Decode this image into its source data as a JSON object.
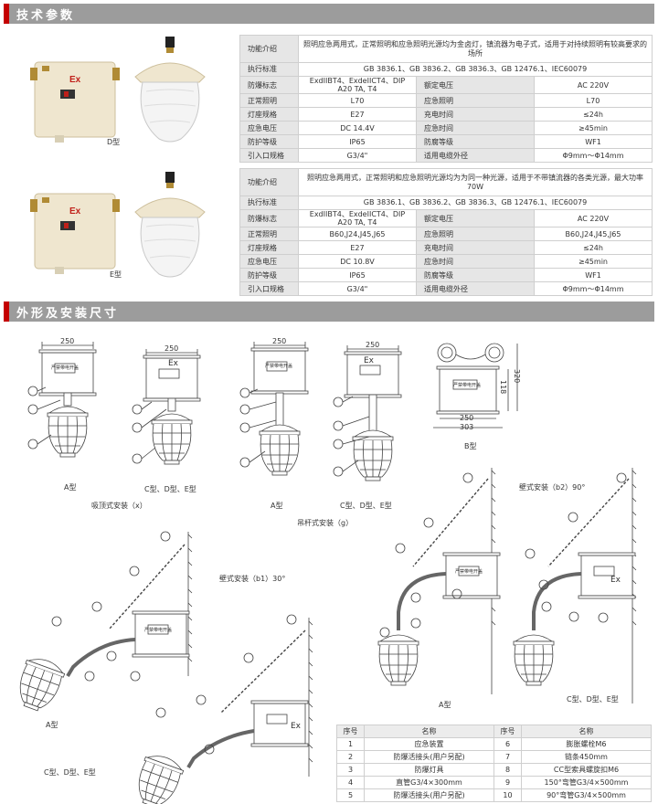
{
  "sections": {
    "tech": "技术参数",
    "dims": "外形及安装尺寸"
  },
  "captions": {
    "d_type": "D型",
    "e_type": "E型",
    "a_type_1": "A型",
    "cde_type_1": "C型、D型、E型",
    "a_type_2": "A型",
    "cde_type_2": "C型、D型、E型",
    "b_type": "B型",
    "ceiling": "吸顶式安装（x）",
    "pendant": "吊杆式安装（g）",
    "wall_b2": "壁式安装（b2）90°",
    "wall_b1": "壁式安装（b1）30°",
    "a_type_3": "A型",
    "cde_type_3": "C型、D型、E型",
    "a_type_4": "A型",
    "cde_type_4": "C型、D型、E型",
    "ex_mark": "Ex",
    "box_text": "严禁带电开盖"
  },
  "dims_labels": {
    "w250": "250",
    "w303": "303",
    "h118": "118",
    "h320": "320"
  },
  "table_d": {
    "intro_label": "功能介绍",
    "intro": "照明应急两用式，正常照明和应急照明光源均为金卤灯，镇流器为电子式，适用于对持续照明有较高要求的场所",
    "standard_label": "执行标准",
    "standard": "GB 3836.1、GB 3836.2、GB 3836.3、GB 12476.1、IEC60079",
    "rows": [
      {
        "l1": "防爆标志",
        "v1": "ExdIIBT4、ExdeIICT4、DIP A20 TA, T4",
        "l2": "额定电压",
        "v2": "AC 220V"
      },
      {
        "l1": "正常照明",
        "v1": "L70",
        "l2": "应急照明",
        "v2": "L70"
      },
      {
        "l1": "灯座规格",
        "v1": "E27",
        "l2": "充电时间",
        "v2": "≤24h"
      },
      {
        "l1": "应急电压",
        "v1": "DC 14.4V",
        "l2": "应急时间",
        "v2": "≥45min"
      },
      {
        "l1": "防护等级",
        "v1": "IP65",
        "l2": "防腐等级",
        "v2": "WF1"
      },
      {
        "l1": "引入口规格",
        "v1": "G3/4\"",
        "l2": "适用电缆外径",
        "v2": "Φ9mm～Φ14mm"
      }
    ]
  },
  "table_e": {
    "intro_label": "功能介绍",
    "intro": "照明应急两用式，正常照明和应急照明光源均为为同一种光源，适用于不带镇流器的各类光源，最大功率70W",
    "standard_label": "执行标准",
    "standard": "GB 3836.1、GB 3836.2、GB 3836.3、GB 12476.1、IEC60079",
    "rows": [
      {
        "l1": "防爆标志",
        "v1": "ExdIIBT4、ExdeIICT4、DIP A20 TA, T4",
        "l2": "额定电压",
        "v2": "AC 220V"
      },
      {
        "l1": "正常照明",
        "v1": "B60,J24,J45,J65",
        "l2": "应急照明",
        "v2": "B60,J24,J45,J65"
      },
      {
        "l1": "灯座规格",
        "v1": "E27",
        "l2": "充电时间",
        "v2": "≤24h"
      },
      {
        "l1": "应急电压",
        "v1": "DC 10.8V",
        "l2": "应急时间",
        "v2": "≥45min"
      },
      {
        "l1": "防护等级",
        "v1": "IP65",
        "l2": "防腐等级",
        "v2": "WF1"
      },
      {
        "l1": "引入口规格",
        "v1": "G3/4\"",
        "l2": "适用电缆外径",
        "v2": "Φ9mm～Φ14mm"
      }
    ]
  },
  "legend": {
    "headers": [
      "序号",
      "名称",
      "序号",
      "名称"
    ],
    "rows": [
      {
        "n1": "1",
        "t1": "应急装置",
        "n2": "6",
        "t2": "膨胀螺栓M6"
      },
      {
        "n1": "2",
        "t1": "防爆活接头(用户另配)",
        "n2": "7",
        "t2": "链条450mm"
      },
      {
        "n1": "3",
        "t1": "防爆灯具",
        "n2": "8",
        "t2": "CC型索具螺旋扣M6"
      },
      {
        "n1": "4",
        "t1": "直管G3/4×300mm",
        "n2": "9",
        "t2": "150°弯管G3/4×500mm"
      },
      {
        "n1": "5",
        "t1": "防爆活接头(用户另配)",
        "n2": "10",
        "t2": "90°弯管G3/4×500mm"
      }
    ]
  }
}
